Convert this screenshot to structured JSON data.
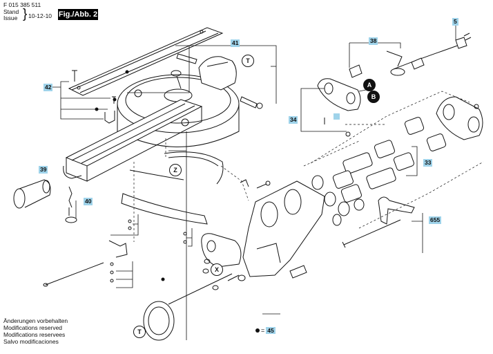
{
  "header": {
    "part_number": "F 015 385 511",
    "stand_label": "Stand",
    "issue_label": "Issue",
    "date": "10-12-10",
    "figure_title": "Fig./Abb. 2"
  },
  "notes": [
    "Änderungen vorbehalten",
    "Modifications reserved",
    "Modifications reservees",
    "Salvo modificaciones"
  ],
  "legend": {
    "number": "45"
  },
  "callouts": {
    "c41": "41",
    "c42": "42",
    "c39": "39",
    "c40": "40",
    "c38": "38",
    "c5": "5",
    "c34": "34",
    "c33": "33",
    "c655": "655"
  },
  "markers": {
    "T": "T",
    "Z": "Z",
    "X": "X",
    "A": "A",
    "B": "B"
  }
}
